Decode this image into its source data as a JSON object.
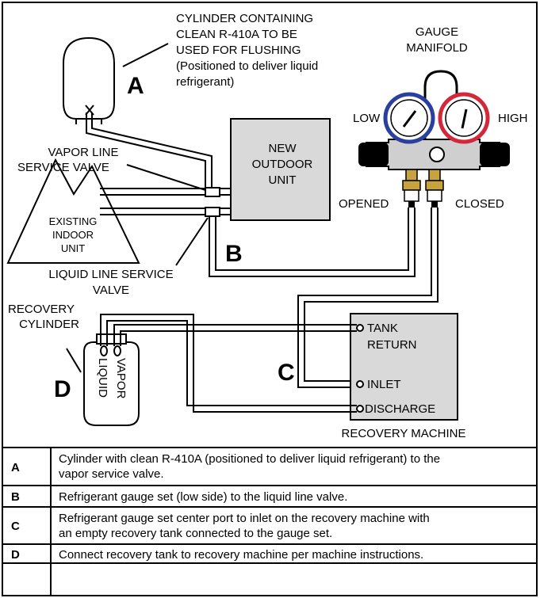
{
  "labels": {
    "cyl_line1": "CYLINDER CONTAINING",
    "cyl_line2": "CLEAN R-410A TO  BE",
    "cyl_line3": "USED FOR FLUSHING",
    "cyl_line4": "(Positioned to deliver liquid",
    "cyl_line5": "refrigerant)",
    "gauge_line1": "GAUGE",
    "gauge_line2": "MANIFOLD",
    "low": "LOW",
    "high": "HIGH",
    "new_outdoor_1": "NEW",
    "new_outdoor_2": "OUTDOOR",
    "new_outdoor_3": "UNIT",
    "vapor_valve_1": "VAPOR LINE",
    "vapor_valve_2": "SERVICE VALVE",
    "existing_1": "EXISTING",
    "existing_2": "INDOOR",
    "existing_3": "UNIT",
    "opened": "OPENED",
    "closed": "CLOSED",
    "liquid_valve_1": "LIQUID LINE SERVICE",
    "liquid_valve_2": "VALVE",
    "recovery_cyl_1": "RECOVERY",
    "recovery_cyl_2": "CYLINDER",
    "vapor": "VAPOR",
    "liquid": "LIQUID",
    "tank_return_1": "TANK",
    "tank_return_2": "RETURN",
    "inlet": "INLET",
    "discharge": "DISCHARGE",
    "recovery_machine": "RECOVERY MACHINE",
    "A": "A",
    "B": "B",
    "C": "C",
    "D": "D"
  },
  "table": [
    {
      "key": "A",
      "line1": "Cylinder with clean R-410A (positioned to deliver liquid refrigerant) to the",
      "line2": "vapor service valve."
    },
    {
      "key": "B",
      "line1": "Refrigerant gauge set (low side) to the liquid line valve.",
      "line2": ""
    },
    {
      "key": "C",
      "line1": "Refrigerant gauge set center port to inlet on the recovery machine with",
      "line2": "an empty recovery tank connected to the gauge set."
    },
    {
      "key": "D",
      "line1": "Connect recovery tank to recovery machine per machine instructions.",
      "line2": ""
    }
  ],
  "colors": {
    "low_gauge_ring": "#2b3f9e",
    "high_gauge_ring": "#d2283a",
    "valve_brass": "#c8a23c",
    "box_fill": "#d9d9d9",
    "manifold_body": "#cfcfcf"
  }
}
